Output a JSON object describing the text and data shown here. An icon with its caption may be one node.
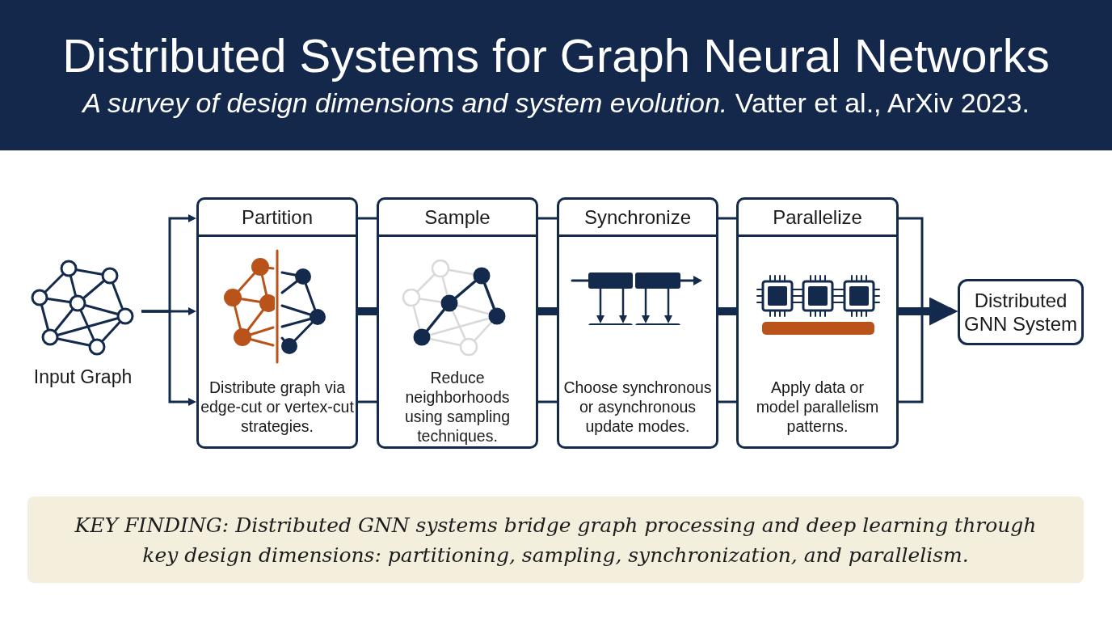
{
  "diagram": {
    "title": "Distributed Systems for Graph Neural Networks",
    "caption": "KEY FINDING: Distributed GNN systems bridge graph processing and deep learning through key design dimensions: partitioning, sampling, synchronization, and parallelism.",
    "nodes": [
      {
        "text": [
          "Input Graph"
        ]
      },
      {
        "text": [
          "Partition",
          "Distribute graph via edge-cut or vertex-cut strategies."
        ]
      },
      {
        "text": [
          "Sample",
          "Reduce neighborhoods using sampling techniques."
        ]
      },
      {
        "text": [
          "Synchronize",
          "Choose synchronous or asynchronous update modes."
        ]
      },
      {
        "text": [
          "Parallelize",
          "Apply data or model parallelism patterns."
        ]
      },
      {
        "text": [
          "Distributed GNN System"
        ]
      }
    ],
    "edges": [
      {
        "from": 0,
        "to": 1,
        "arrow": "to"
      },
      {
        "from": 0,
        "to": 1,
        "arrow": "to"
      },
      {
        "from": 0,
        "to": 1,
        "arrow": "to"
      },
      {
        "from": 1,
        "to": 2,
        "arrow": "none"
      },
      {
        "from": 1,
        "to": 2,
        "arrow": "none",
        "style": "thick"
      },
      {
        "from": 1,
        "to": 2,
        "arrow": "none"
      },
      {
        "from": 2,
        "to": 3,
        "arrow": "none"
      },
      {
        "from": 2,
        "to": 3,
        "arrow": "none",
        "style": "thick"
      },
      {
        "from": 2,
        "to": 3,
        "arrow": "none"
      },
      {
        "from": 3,
        "to": 4,
        "arrow": "none"
      },
      {
        "from": 3,
        "to": 4,
        "arrow": "none",
        "style": "thick"
      },
      {
        "from": 3,
        "to": 4,
        "arrow": "none"
      },
      {
        "from": 4,
        "to": 5,
        "arrow": "to"
      },
      {
        "from": 4,
        "to": 5,
        "arrow": "to",
        "style": "thick"
      },
      {
        "from": 4,
        "to": 5,
        "arrow": "to"
      }
    ],
    "labels": [
      "*A survey of design dimensions and system evolution.* Vatter et al., ArXiv 2023."
    ]
  }
}
